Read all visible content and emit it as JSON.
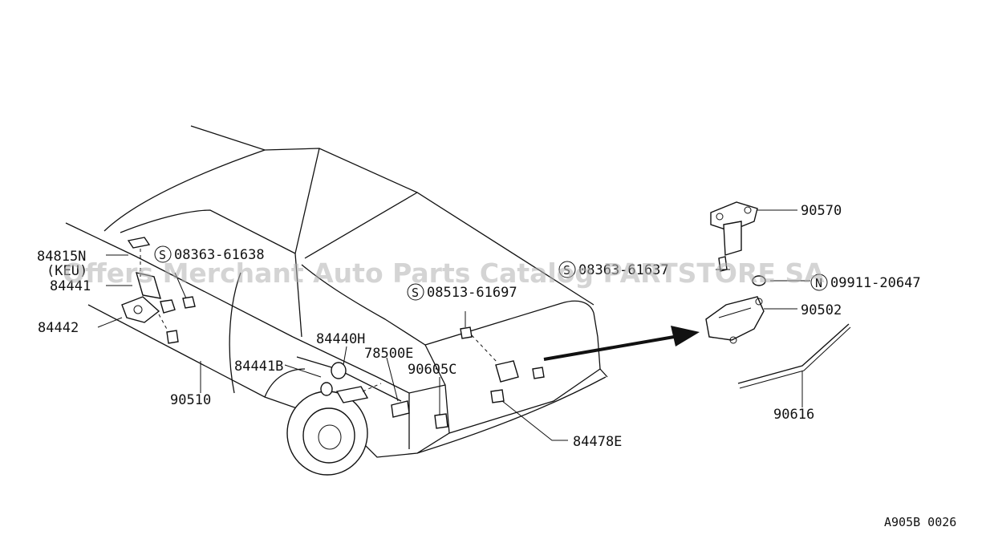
{
  "diagram": {
    "labels": {
      "p84815n": "84815N",
      "keu": "(KEU)",
      "p84441": "84441",
      "p84442": "84442",
      "s1": "08363-61638",
      "p84440h": "84440H",
      "p78500e": "78500E",
      "p84441b": "84441B",
      "p90510": "90510",
      "s2": "08513-61697",
      "p90605c": "90605C",
      "p84478e": "84478E",
      "s3": "08363-61637",
      "n1": "09911-20647",
      "p90570": "90570",
      "p90502": "90502",
      "p90616": "90616",
      "ref": "A905B 0026"
    },
    "symbols": {
      "s": "S",
      "n": "N"
    },
    "watermark": "Offers Merchant Auto Parts Catalog PARTSTORE SA"
  }
}
